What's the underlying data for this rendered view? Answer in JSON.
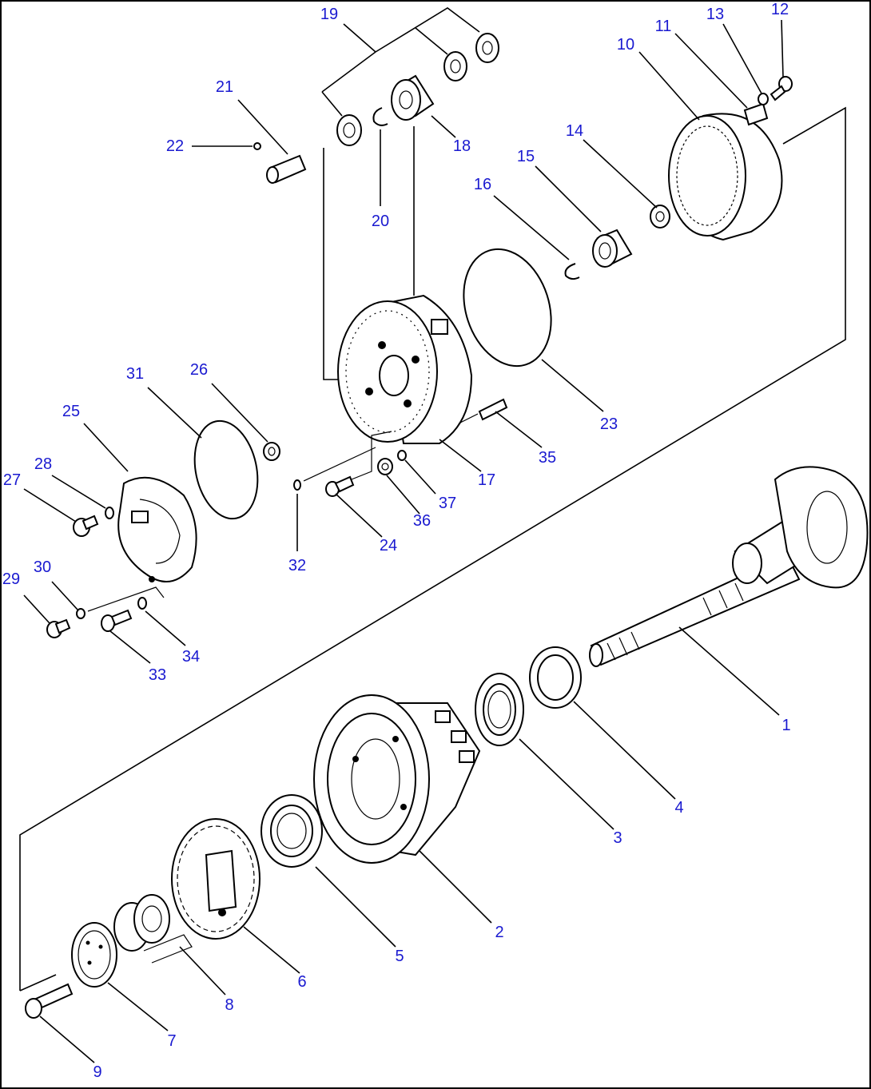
{
  "labels": {
    "l1": "1",
    "l2": "2",
    "l3": "3",
    "l4": "4",
    "l5": "5",
    "l6": "6",
    "l7": "7",
    "l8": "8",
    "l9": "9",
    "l10": "10",
    "l11": "11",
    "l12": "12",
    "l13": "13",
    "l14": "14",
    "l15": "15",
    "l16": "16",
    "l17": "17",
    "l18": "18",
    "l19": "19",
    "l20": "20",
    "l21": "21",
    "l22": "22",
    "l23": "23",
    "l24": "24",
    "l25": "25",
    "l26": "26",
    "l27": "27",
    "l28": "28",
    "l29": "29",
    "l30": "30",
    "l31": "31",
    "l32": "32",
    "l33": "33",
    "l34": "34",
    "l35": "35",
    "l36": "36",
    "l37": "37"
  },
  "colors": {
    "label": "#1a1ad0",
    "line": "#000000",
    "background": "#ffffff"
  }
}
